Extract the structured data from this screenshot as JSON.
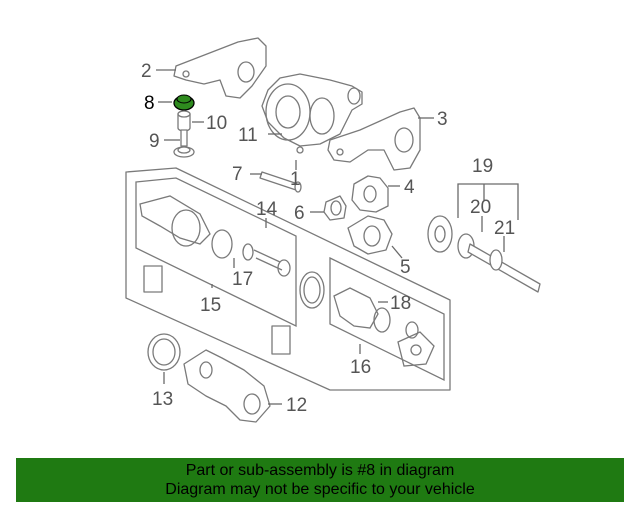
{
  "colors": {
    "banner_bg": "#1f7a12",
    "highlight_fill": "#2e8b1e",
    "line": "#7a7a7a"
  },
  "callouts": {
    "n1": "1",
    "n2": "2",
    "n3": "3",
    "n4": "4",
    "n5": "5",
    "n6": "6",
    "n7": "7",
    "n8": "8",
    "n9": "9",
    "n10": "10",
    "n11": "11",
    "n12": "12",
    "n13": "13",
    "n14": "14",
    "n15": "15",
    "n16": "16",
    "n17": "17",
    "n18": "18",
    "n19": "19",
    "n20": "20",
    "n21": "21"
  },
  "highlighted_part": "8",
  "banner": {
    "line1": "Part or sub-assembly is #8 in diagram",
    "line2": "Diagram may not be specific to your vehicle"
  }
}
